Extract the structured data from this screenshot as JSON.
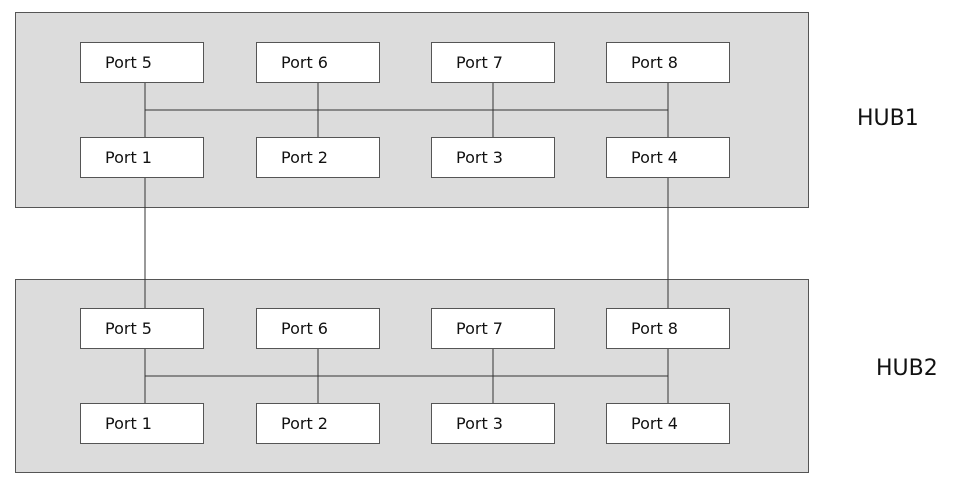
{
  "hubs": [
    {
      "name": "HUB1",
      "top_row": [
        "Port 5",
        "Port 6",
        "Port 7",
        "Port 8"
      ],
      "bottom_row": [
        "Port 1",
        "Port 2",
        "Port 3",
        "Port 4"
      ]
    },
    {
      "name": "HUB2",
      "top_row": [
        "Port 5",
        "Port 6",
        "Port 7",
        "Port 8"
      ],
      "bottom_row": [
        "Port 1",
        "Port 2",
        "Port 3",
        "Port 4"
      ]
    }
  ],
  "colors": {
    "hub_fill": "#dcdcdc",
    "port_fill": "#ffffff",
    "line": "#333333"
  }
}
